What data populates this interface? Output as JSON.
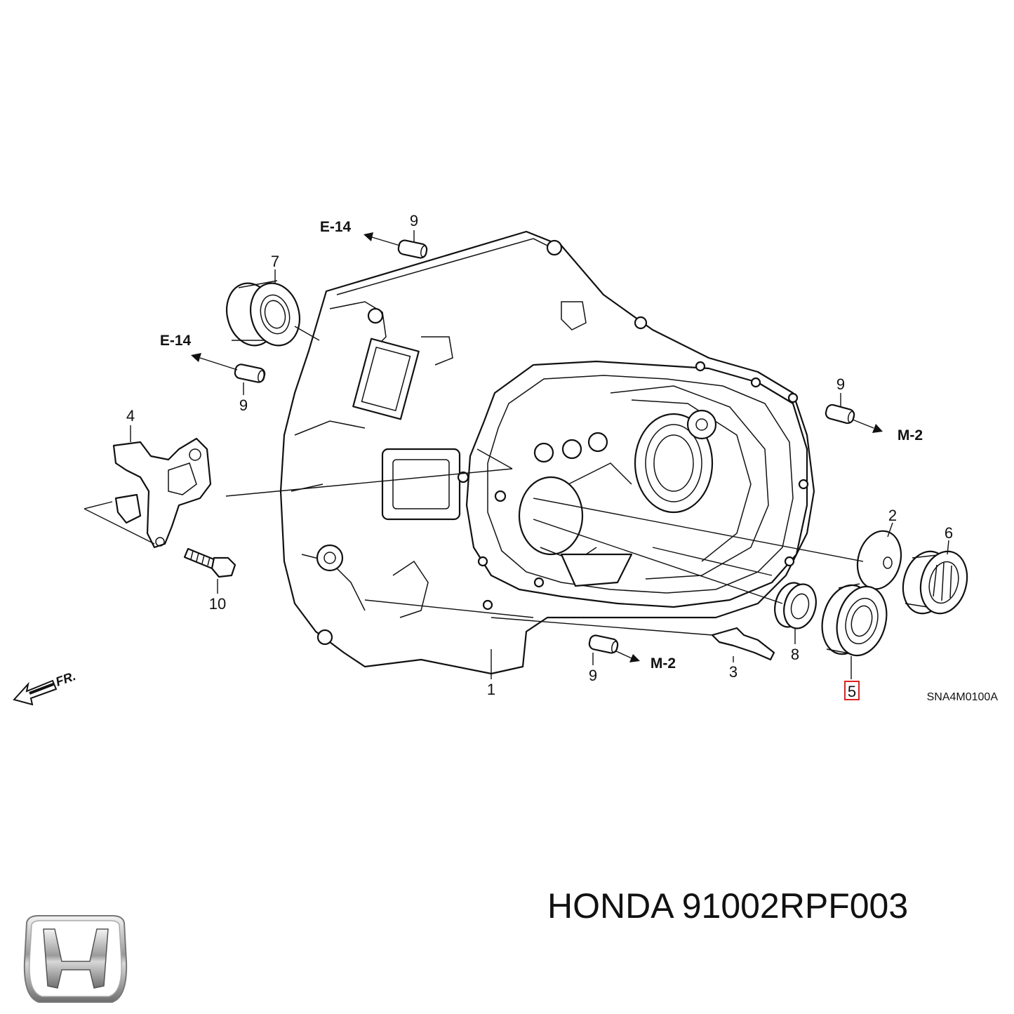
{
  "diagram": {
    "callouts": {
      "c1": "1",
      "c2": "2",
      "c3": "3",
      "c4": "4",
      "c5": "5",
      "c6": "6",
      "c7": "7",
      "c8": "8",
      "c9a": "9",
      "c9b": "9",
      "c9c": "9",
      "c9d": "9",
      "c10": "10"
    },
    "references": {
      "e14_top": "E-14",
      "e14_left": "E-14",
      "m2_right": "M-2",
      "m2_bottom": "M-2"
    },
    "front_marker": "FR.",
    "diagram_code": "SNA4M0100A",
    "highlighted_part": "5",
    "highlight_color": "#e02020"
  },
  "footer": {
    "brand_text": "HONDA 91002RPF003",
    "logo_icon": "honda-h-logo-icon"
  }
}
